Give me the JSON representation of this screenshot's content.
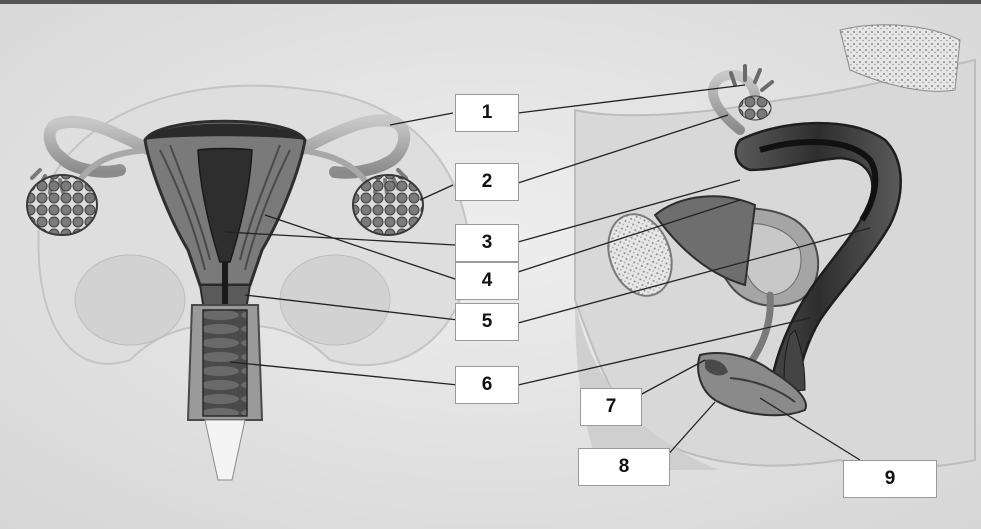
{
  "labels": [
    "1",
    "2",
    "3",
    "4",
    "5",
    "6",
    "7",
    "8",
    "9"
  ],
  "colors": {
    "background": "#e9e9e9",
    "tissue_dark": "#3a3a3a",
    "tissue_mid": "#6e6e6e",
    "tissue_light": "#b5b5b5",
    "leader_line": "#222222",
    "box_fill": "#ffffff"
  }
}
